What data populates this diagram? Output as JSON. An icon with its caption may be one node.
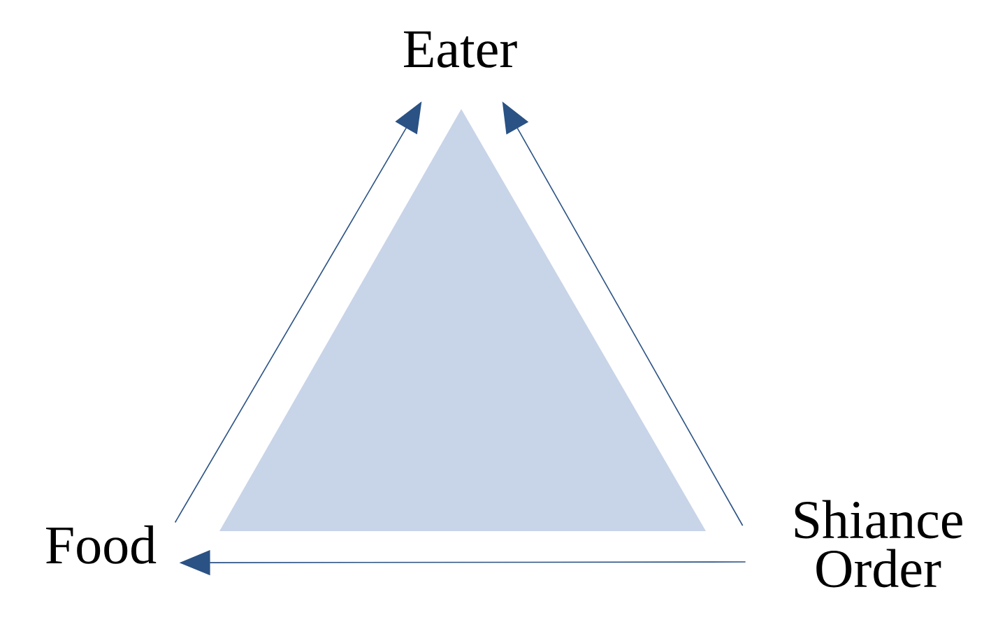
{
  "diagram": {
    "nodes": [
      {
        "text": [
          "Eater"
        ]
      },
      {
        "text": [
          "Food"
        ]
      },
      {
        "text": [
          "Shiance Order"
        ]
      }
    ],
    "edges": [
      {
        "from": 1,
        "to": 0,
        "arrow": "to"
      },
      {
        "from": 2,
        "to": 0,
        "arrow": "to"
      },
      {
        "from": 2,
        "to": 1,
        "arrow": "to"
      }
    ]
  }
}
